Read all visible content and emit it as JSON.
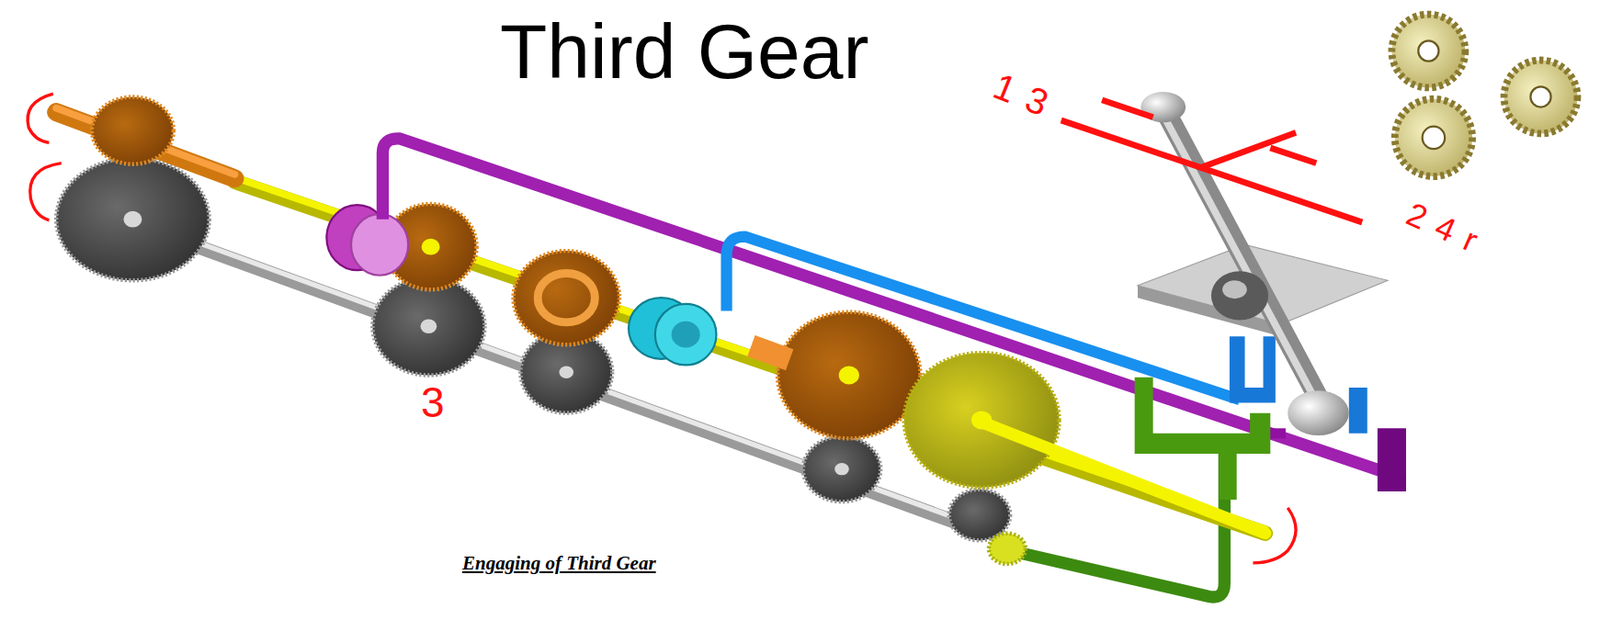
{
  "diagram": {
    "title": "Third Gear",
    "caption": "Engaging of Third Gear",
    "labels": [
      "1 3",
      "2 4 r",
      "3"
    ]
  }
}
